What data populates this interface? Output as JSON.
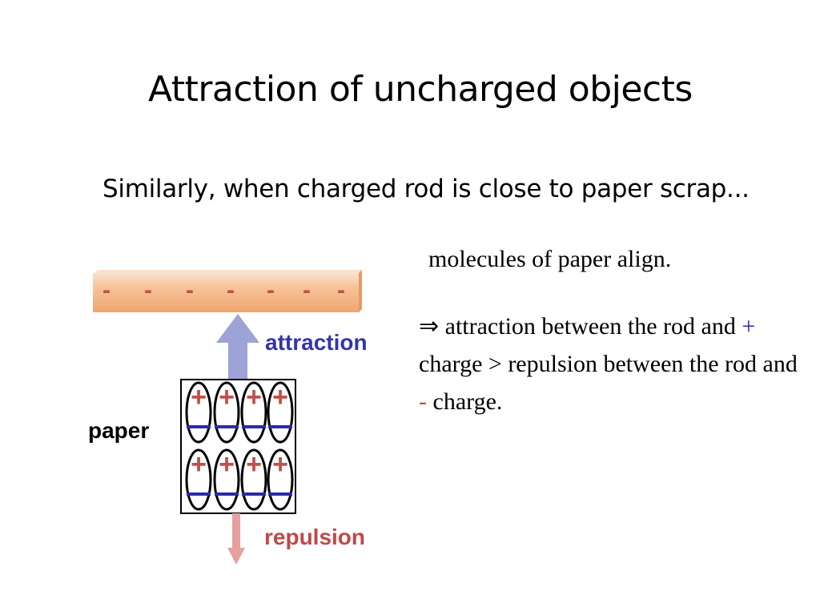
{
  "slide": {
    "title": "Attraction of uncharged objects",
    "body": "Similarly, when charged rod is close to paper scrap...",
    "note_align": "molecules of paper align.",
    "explanation": {
      "implies_symbol": "⇒",
      "part1": " attraction between the rod and ",
      "plus_sign": "+",
      "part2": " charge > repulsion between the rod and ",
      "minus_sign": "-",
      "part3": " charge."
    }
  },
  "diagram": {
    "rod_charge_symbol": "-",
    "rod_charge_count": 7,
    "molecule_plus": "+",
    "molecule_minus": "−",
    "labels": {
      "attraction": "attraction",
      "paper": "paper",
      "repulsion": "repulsion"
    },
    "colors": {
      "rod_fill": "#f4b183",
      "rod_minus": "#c0504d",
      "attraction_arrow": "#9da3d6",
      "repulsion_arrow": "#e6a0a0",
      "plus": "#c0504d",
      "minus": "#2b2ba8"
    }
  }
}
